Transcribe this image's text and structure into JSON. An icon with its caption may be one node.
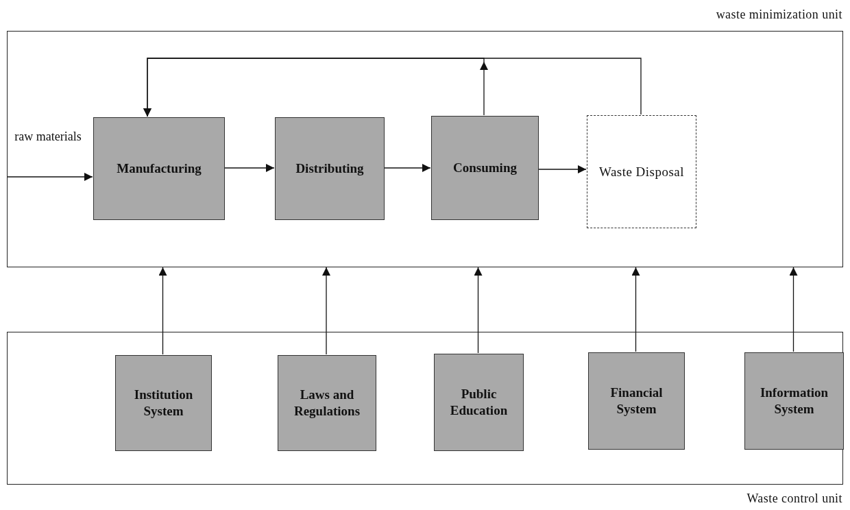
{
  "diagram": {
    "nodes": [
      {
        "text": [
          "waste minimization unit"
        ]
      },
      {
        "text": [
          "Manufacturing"
        ],
        "in": 0
      },
      {
        "text": [
          "Distributing"
        ],
        "in": 0
      },
      {
        "text": [
          "Consuming"
        ],
        "in": 0
      },
      {
        "text": [
          "Waste Disposal"
        ],
        "in": 0
      },
      {
        "text": [
          "Waste control unit"
        ]
      },
      {
        "text": [
          "Institution System"
        ],
        "in": 5
      },
      {
        "text": [
          "Laws and Regulations"
        ],
        "in": 5
      },
      {
        "text": [
          "Public Education"
        ],
        "in": 5
      },
      {
        "text": [
          "Financial System"
        ],
        "in": 5
      },
      {
        "text": [
          "Information System"
        ],
        "in": 5
      }
    ],
    "edges": [
      {
        "from": null,
        "to": 1,
        "arrow": "to",
        "label": "raw materials"
      },
      {
        "from": 1,
        "to": 2,
        "arrow": "to"
      },
      {
        "from": 2,
        "to": 3,
        "arrow": "to"
      },
      {
        "from": 3,
        "to": 4,
        "arrow": "to"
      },
      {
        "from": 4,
        "to": 1,
        "arrow": "to"
      },
      {
        "from": 3,
        "to": 1,
        "arrow": "to"
      },
      {
        "from": 6,
        "to": 0,
        "arrow": "to"
      },
      {
        "from": 7,
        "to": 0,
        "arrow": "to"
      },
      {
        "from": 8,
        "to": 0,
        "arrow": "to"
      },
      {
        "from": 9,
        "to": 0,
        "arrow": "to"
      },
      {
        "from": 10,
        "to": 0,
        "arrow": "to"
      }
    ]
  }
}
